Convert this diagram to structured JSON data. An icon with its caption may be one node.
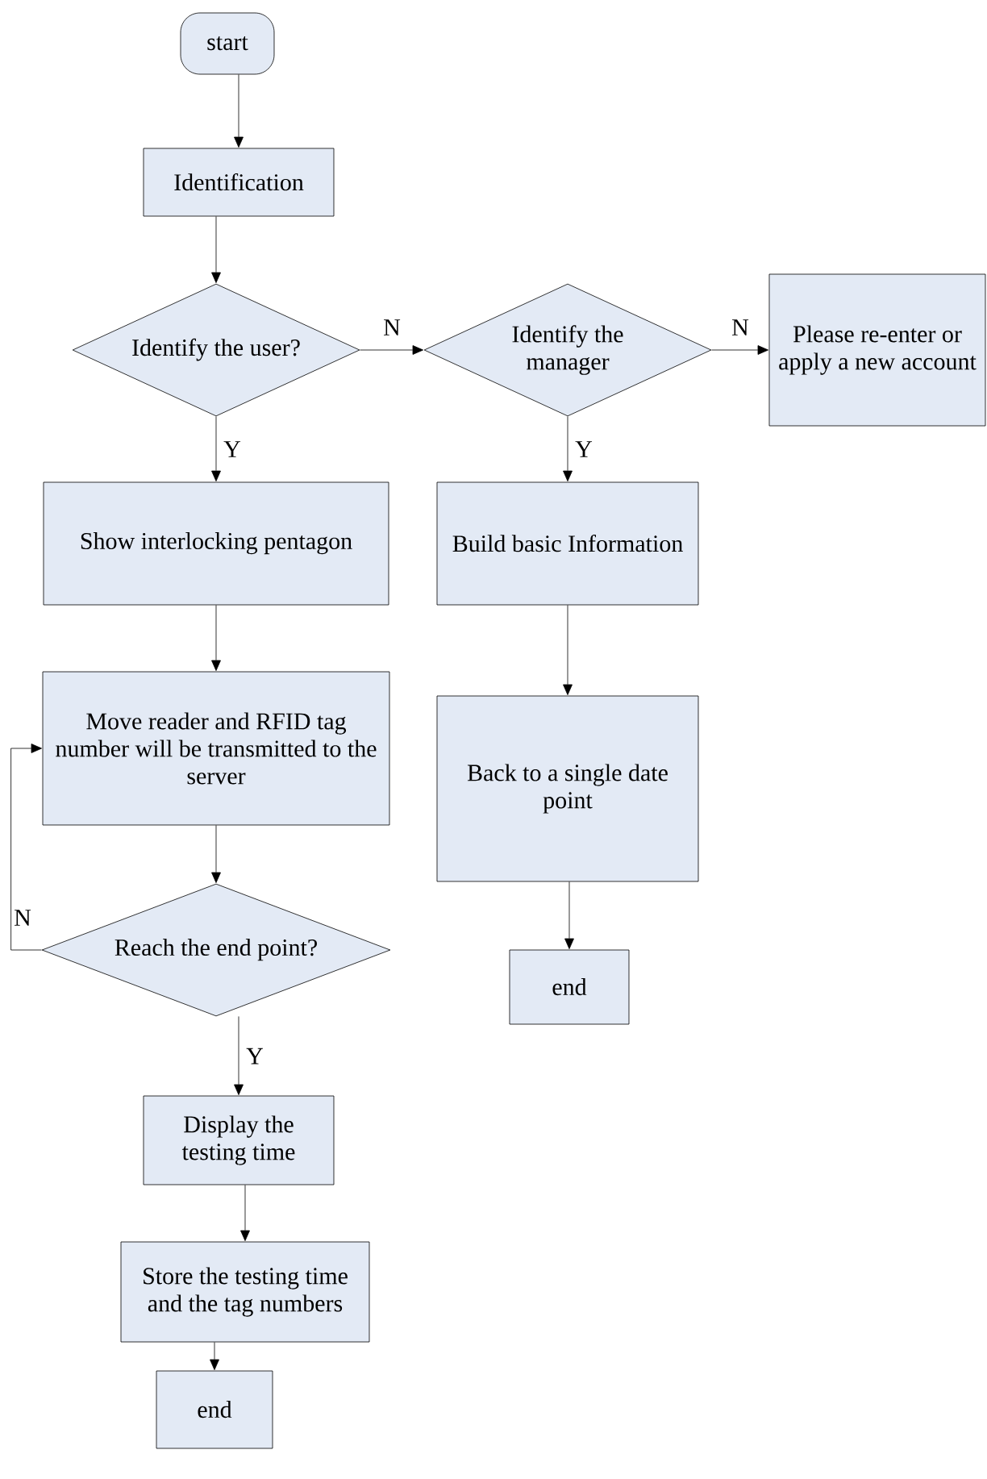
{
  "diagram": {
    "nodes": [
      {
        "text": [
          "start"
        ]
      },
      {
        "text": [
          "Identification"
        ]
      },
      {
        "text": [
          "Identify the user?"
        ]
      },
      {
        "text": [
          "Identify the manager"
        ]
      },
      {
        "text": [
          "Please re-enter or apply a new account"
        ]
      },
      {
        "text": [
          "Show interlocking pentagon"
        ]
      },
      {
        "text": [
          "Build basic Information"
        ]
      },
      {
        "text": [
          "Move reader and RFID tag number will be transmitted to the server"
        ]
      },
      {
        "text": [
          "Back to a single date point"
        ]
      },
      {
        "text": [
          "Reach the end point?"
        ]
      },
      {
        "text": [
          "end"
        ]
      },
      {
        "text": [
          "Display the testing time"
        ]
      },
      {
        "text": [
          "Store the testing time and the tag numbers"
        ]
      },
      {
        "text": [
          "end"
        ]
      }
    ],
    "edges": [
      {
        "from": 0,
        "to": 1,
        "arrow": "to"
      },
      {
        "from": 1,
        "to": 2,
        "arrow": "to"
      },
      {
        "from": 2,
        "to": 3,
        "arrow": "to",
        "label": "N"
      },
      {
        "from": 3,
        "to": 4,
        "arrow": "to",
        "label": "N"
      },
      {
        "from": 2,
        "to": 5,
        "arrow": "to",
        "label": "Y"
      },
      {
        "from": 3,
        "to": 6,
        "arrow": "to",
        "label": "Y"
      },
      {
        "from": 5,
        "to": 7,
        "arrow": "to"
      },
      {
        "from": 6,
        "to": 8,
        "arrow": "to"
      },
      {
        "from": 7,
        "to": 9,
        "arrow": "to"
      },
      {
        "from": 8,
        "to": 10,
        "arrow": "to"
      },
      {
        "from": 9,
        "to": 7,
        "arrow": "to",
        "label": "N"
      },
      {
        "from": 9,
        "to": 11,
        "arrow": "to",
        "label": "Y"
      },
      {
        "from": 11,
        "to": 12,
        "arrow": "to"
      },
      {
        "from": 12,
        "to": 13,
        "arrow": "to"
      }
    ]
  }
}
